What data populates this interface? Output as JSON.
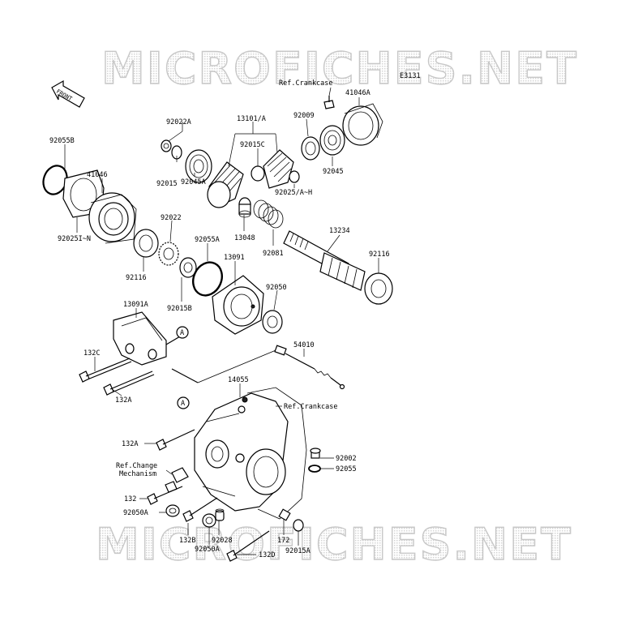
{
  "watermark": "MICROFICHES.NET",
  "diagram_code": "E3131",
  "front_label": "FRONT",
  "ref_crankcase_label": "Ref.Crankcase",
  "ref_change_label": [
    "Ref.Change",
    "Mechanism"
  ],
  "callout_letter": "A",
  "parts": [
    {
      "label": "92055B"
    },
    {
      "label": "41046"
    },
    {
      "label": "92025I~N"
    },
    {
      "label": "92022A"
    },
    {
      "label": "92015"
    },
    {
      "label": "92045A"
    },
    {
      "label": "13101/A"
    },
    {
      "label": "92015C"
    },
    {
      "label": "92009"
    },
    {
      "label": "92025/A~H"
    },
    {
      "label": "41046A"
    },
    {
      "label": "92045"
    },
    {
      "label": "92022"
    },
    {
      "label": "13048"
    },
    {
      "label": "92081"
    },
    {
      "label": "13234"
    },
    {
      "label": "92055A"
    },
    {
      "label": "92116"
    },
    {
      "label": "92015B"
    },
    {
      "label": "13091"
    },
    {
      "label": "92050"
    },
    {
      "label": "92116"
    },
    {
      "label": "13091A"
    },
    {
      "label": "132C"
    },
    {
      "label": "132A"
    },
    {
      "label": "54010"
    },
    {
      "label": "14055"
    },
    {
      "label": "132A"
    },
    {
      "label": "92002"
    },
    {
      "label": "92055"
    },
    {
      "label": "132"
    },
    {
      "label": "92050A"
    },
    {
      "label": "132B"
    },
    {
      "label": "92028"
    },
    {
      "label": "92050A"
    },
    {
      "label": "172"
    },
    {
      "label": "92015A"
    },
    {
      "label": "132D"
    }
  ]
}
